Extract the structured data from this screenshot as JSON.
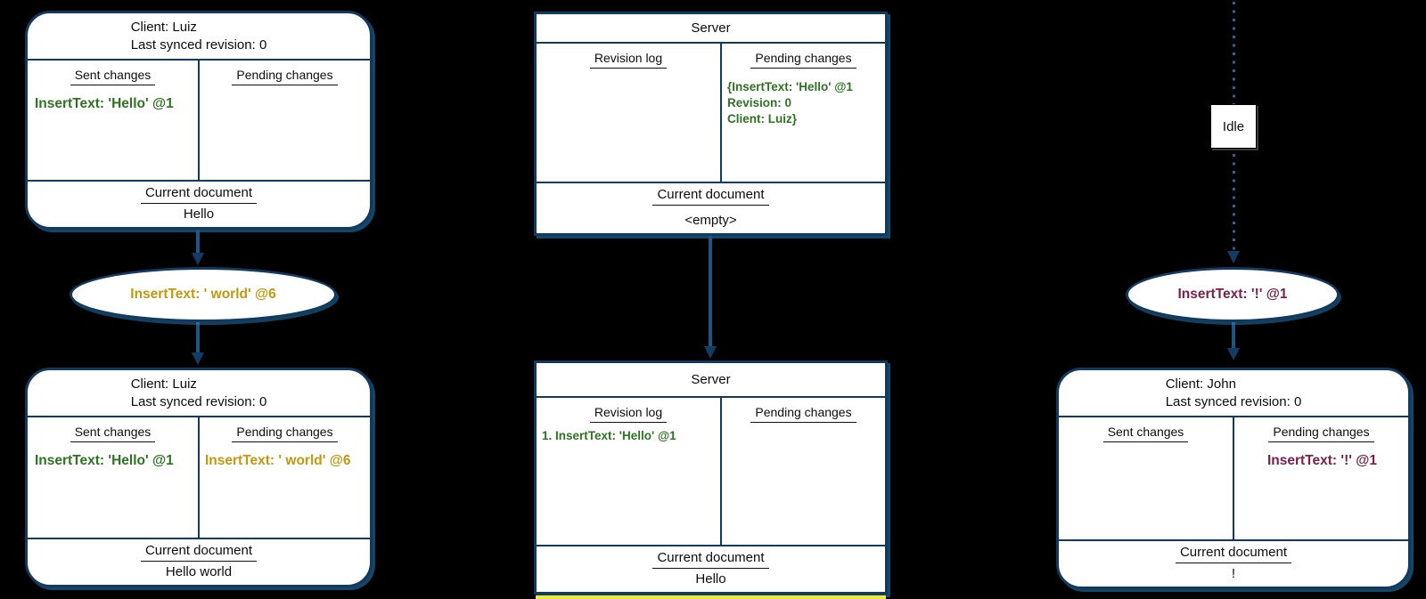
{
  "colors": {
    "background": "#000000",
    "node_fill": "#ffffff",
    "node_border": "#12395f",
    "arrow": "#1d5586",
    "op_green": "#2d7321",
    "op_orange": "#c5970d",
    "op_maroon": "#7b2049",
    "cutoff_yellow": "#ebeb3d"
  },
  "nodes": {
    "client_luiz_top": {
      "title1": "Client: Luiz",
      "title2": "Last synced revision: 0",
      "sent_header": "Sent changes",
      "pending_header": "Pending changes",
      "sent": {
        "0": "InsertText: 'Hello' @1"
      },
      "doc_label": "Current document",
      "doc_value": "Hello"
    },
    "server_top": {
      "title": "Server",
      "revision_header": "Revision log",
      "pending_header": "Pending changes",
      "pending_lines": {
        "0": "{InsertText: 'Hello' @1",
        "1": "Revision: 0",
        "2": "Client: Luiz}"
      },
      "doc_label": "Current document",
      "doc_value": "<empty>"
    },
    "idle": {
      "label": "Idle"
    },
    "op_world": {
      "label": "InsertText: ' world' @6"
    },
    "op_bang": {
      "label": "InsertText: '!' @1"
    },
    "client_luiz_bottom": {
      "title1": "Client: Luiz",
      "title2": "Last synced revision: 0",
      "sent_header": "Sent changes",
      "pending_header": "Pending changes",
      "sent": {
        "0": "InsertText: 'Hello' @1"
      },
      "pending": {
        "0": "InsertText: ' world' @6"
      },
      "doc_label": "Current document",
      "doc_value": "Hello world"
    },
    "server_bottom": {
      "title": "Server",
      "revision_header": "Revision log",
      "pending_header": "Pending changes",
      "revision_lines": {
        "0": "1. InsertText: 'Hello' @1"
      },
      "doc_label": "Current document",
      "doc_value": "Hello"
    },
    "client_john": {
      "title1": "Client: John",
      "title2": "Last synced revision: 0",
      "sent_header": "Sent changes",
      "pending_header": "Pending changes",
      "pending": {
        "0": "InsertText: '!' @1"
      },
      "doc_label": "Current document",
      "doc_value": "!"
    }
  }
}
